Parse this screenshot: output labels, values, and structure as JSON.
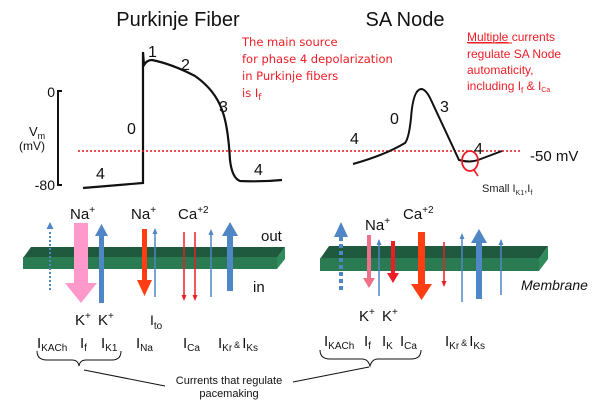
{
  "colors": {
    "trace": "#111111",
    "threshold_line": "#e0141c",
    "note_text": "#ee1c25",
    "membrane_top": "#1f5a3e",
    "membrane_front": "#2a7a52",
    "membrane_side": "#2f8a5c",
    "outward_blue": "#4f86c6",
    "inward_red": "#ee1c25",
    "inward_orange": "#ff3d12",
    "inward_pink_large": "#ff99cc",
    "inward_pink_small": "#f0708a"
  },
  "purkinje": {
    "title": "Purkinje Fiber",
    "y_axis": {
      "label": "V",
      "label_sub": "m",
      "unit": "(mV)",
      "top_tick": "0",
      "bottom_tick": "-80"
    },
    "phase_labels": [
      "0",
      "1",
      "2",
      "3",
      "4",
      "4"
    ],
    "note": [
      "The main source",
      "for phase 4 depolarization",
      "in Purkinje fibers",
      "is I"
    ],
    "note_sub": "f",
    "ions": {
      "na_left": "Na",
      "na_left_sup": "+",
      "na_mid": "Na",
      "na_mid_sup": "+",
      "ca": "Ca",
      "ca_sup": "+2",
      "k1": "K",
      "k1_sup": "+",
      "k2": "K",
      "k2_sup": "+"
    },
    "side_labels": {
      "out": "out",
      "in": "in"
    },
    "ito": {
      "main": "I",
      "sub": "to"
    },
    "currents": [
      {
        "main": "I",
        "sub": "KACh"
      },
      {
        "main": "I",
        "sub": "f"
      },
      {
        "main": "I",
        "sub": "K1"
      },
      {
        "main": "I",
        "sub": "Na"
      },
      {
        "main": "I",
        "sub": "Ca"
      },
      {
        "main": "I",
        "sub": "Kr",
        "joiner": "&",
        "main2": "I",
        "sub2": "Ks"
      }
    ]
  },
  "sa_node": {
    "title": "SA Node",
    "phase_labels": [
      "4",
      "0",
      "3",
      "4"
    ],
    "threshold_label": "-50 mV",
    "note_underlined": "Multiple",
    "note_rest": " currents",
    "note": [
      "regulate SA Node",
      "automaticity,"
    ],
    "note_last": "including I",
    "note_last_sub1": "f",
    "note_last_joiner": " & I",
    "note_last_sub2": "Ca",
    "small_label": "Small I",
    "small_sub1": "K1",
    "small_sep": ",I",
    "small_sub2": "f",
    "membrane_label": "Membrane",
    "ions": {
      "na": "Na",
      "na_sup": "+",
      "ca": "Ca",
      "ca_sup": "+2",
      "k1": "K",
      "k1_sup": "+",
      "k2": "K",
      "k2_sup": "+"
    },
    "currents": [
      {
        "main": "I",
        "sub": "KACh"
      },
      {
        "main": "I",
        "sub": "f"
      },
      {
        "main": "I",
        "sub": "K"
      },
      {
        "main": "I",
        "sub": "Ca"
      },
      {
        "main": "I",
        "sub": "Kr",
        "joiner": "&",
        "main2": "I",
        "sub2": "Ks"
      }
    ]
  },
  "pacemaking_caption": [
    "Currents that regulate",
    "pacemaking"
  ]
}
